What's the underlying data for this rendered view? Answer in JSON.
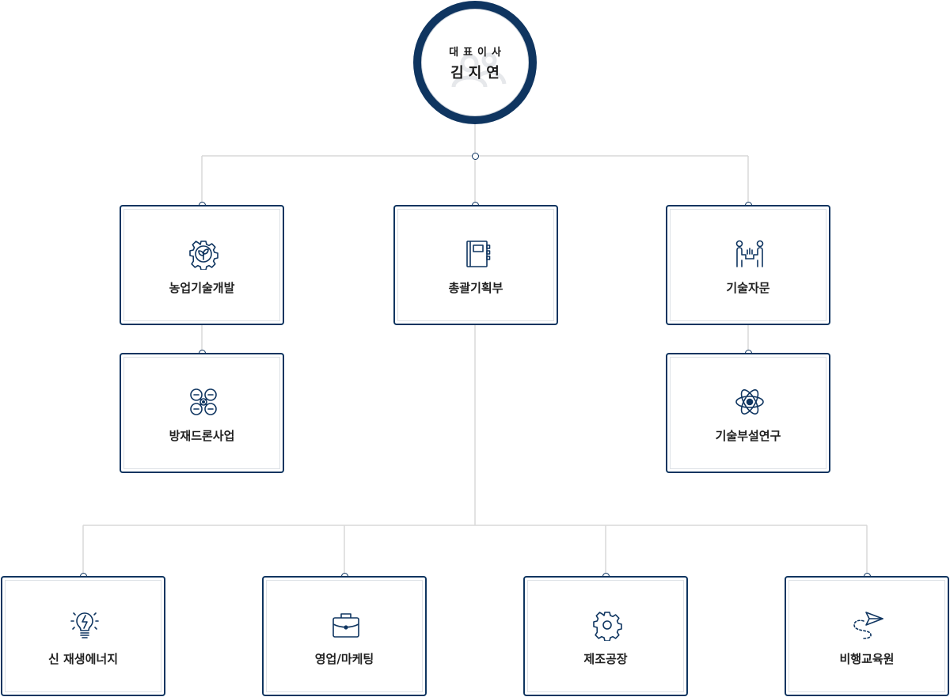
{
  "ceo": {
    "title": "대표이사",
    "name": "김지연"
  },
  "departments": [
    {
      "id": "agri",
      "label": "농업기술개발",
      "icon": "gear-leaf-icon"
    },
    {
      "id": "drone",
      "label": "방재드론사업",
      "icon": "drone-icon"
    },
    {
      "id": "planning",
      "label": "총괄기획부",
      "icon": "notebook-icon"
    },
    {
      "id": "consult",
      "label": "기술자문",
      "icon": "consultation-icon"
    },
    {
      "id": "research",
      "label": "기술부설연구",
      "icon": "atom-icon"
    },
    {
      "id": "energy",
      "label": "신 재생에너지",
      "icon": "lightbulb-icon"
    },
    {
      "id": "sales",
      "label": "영업/마케팅",
      "icon": "briefcase-icon"
    },
    {
      "id": "factory",
      "label": "제조공장",
      "icon": "gear-icon"
    },
    {
      "id": "flight",
      "label": "비행교육원",
      "icon": "paper-plane-icon"
    }
  ],
  "colors": {
    "primary": "#0f3560",
    "line": "#d9d9d9",
    "text": "#222222"
  }
}
